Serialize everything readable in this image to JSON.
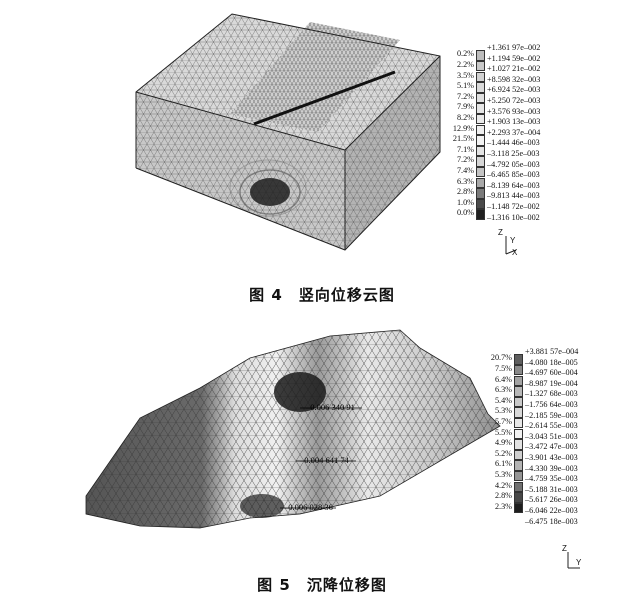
{
  "figure4": {
    "caption": "图 4　竖向位移云图",
    "legend": {
      "percents": [
        "0.2%",
        "2.2%",
        "3.5%",
        "5.1%",
        "7.2%",
        "7.9%",
        "8.2%",
        "12.9%",
        "21.5%",
        "7.1%",
        "7.2%",
        "7.4%",
        "6.3%",
        "2.8%",
        "1.0%",
        "0.0%"
      ],
      "values": [
        "+1.361 97e–002",
        "+1.194 59e–002",
        "+1.027 21e–002",
        "+8.598 32e–003",
        "+6.924 52e–003",
        "+5.250 72e–003",
        "+3.576 93e–003",
        "+1.903 13e–003",
        "+2.293 37e–004",
        "–1.444 46e–003",
        "–3.118 25e–003",
        "–4.792 05e–003",
        "–6.465 85e–003",
        "–8.139 64e–003",
        "–9.813 44e–003",
        "–1.148 72e–002",
        "–1.316 10e–002"
      ],
      "colors": [
        "#bdbdbd",
        "#c9c9c9",
        "#d2d2d2",
        "#dadada",
        "#e0e0e0",
        "#e6e6e6",
        "#eaeaea",
        "#efefef",
        "#f3f3f3",
        "#e4e4e4",
        "#d6d6d6",
        "#c4c4c4",
        "#a8a8a8",
        "#7a7a7a",
        "#4a4a4a",
        "#202020"
      ]
    },
    "axis": {
      "z": "Z",
      "y": "Y",
      "x": "X"
    }
  },
  "figure5": {
    "caption": "图 5　沉降位移图",
    "legend": {
      "percents": [
        "20.7%",
        "7.5%",
        "6.4%",
        "6.3%",
        "5.4%",
        "5.3%",
        "5.7%",
        "5.5%",
        "4.9%",
        "5.2%",
        "6.1%",
        "5.3%",
        "4.2%",
        "2.8%",
        "2.3%"
      ],
      "values": [
        "+3.881 57e–004",
        "–4.080 18e–005",
        "–4.697 60e–004",
        "–8.987 19e–004",
        "–1.327 68e–003",
        "–1.756 64e–003",
        "–2.185 59e–003",
        "–2.614 55e–003",
        "–3.043 51e–003",
        "–3.472 47e–003",
        "–3.901 43e–003",
        "–4.330 39e–003",
        "–4.759 35e–003",
        "–5.188 31e–003",
        "–5.617 26e–003",
        "–6.046 22e–003",
        "–6.475 18e–003"
      ],
      "colors": [
        "#5e5e5e",
        "#8a8a8a",
        "#a3a3a3",
        "#b8b8b8",
        "#cacaca",
        "#d9d9d9",
        "#e8e8e8",
        "#f2f2f2",
        "#e2e2e2",
        "#cfcfcf",
        "#b4b4b4",
        "#959595",
        "#707070",
        "#474747",
        "#1e1e1e"
      ]
    },
    "annotations": [
      "–0.006 340 91",
      "–0.004 641 74",
      "–0.006 028 36"
    ],
    "axis": {
      "z": "Z",
      "y": "Y"
    }
  }
}
